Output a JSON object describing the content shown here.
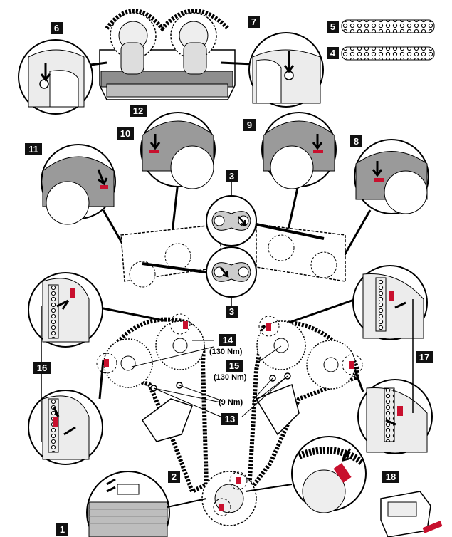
{
  "callouts": {
    "c1": "1",
    "c2": "2",
    "c3a": "3",
    "c3b": "3",
    "c4": "4",
    "c5": "5",
    "c6": "6",
    "c7": "7",
    "c8": "8",
    "c9": "9",
    "c10": "10",
    "c11": "11",
    "c12": "12",
    "c13": "13",
    "c14": "14",
    "c15": "15",
    "c16": "16",
    "c17": "17",
    "c18": "18"
  },
  "torque": {
    "t14": "(130 Nm)",
    "t15": "(130 Nm)",
    "t13": "(9 Nm)"
  },
  "colors": {
    "mark_red": "#c8102e",
    "gray_fill": "#9a9a9a",
    "light_gray": "#e6e6e6",
    "callout_bg": "#111111"
  }
}
